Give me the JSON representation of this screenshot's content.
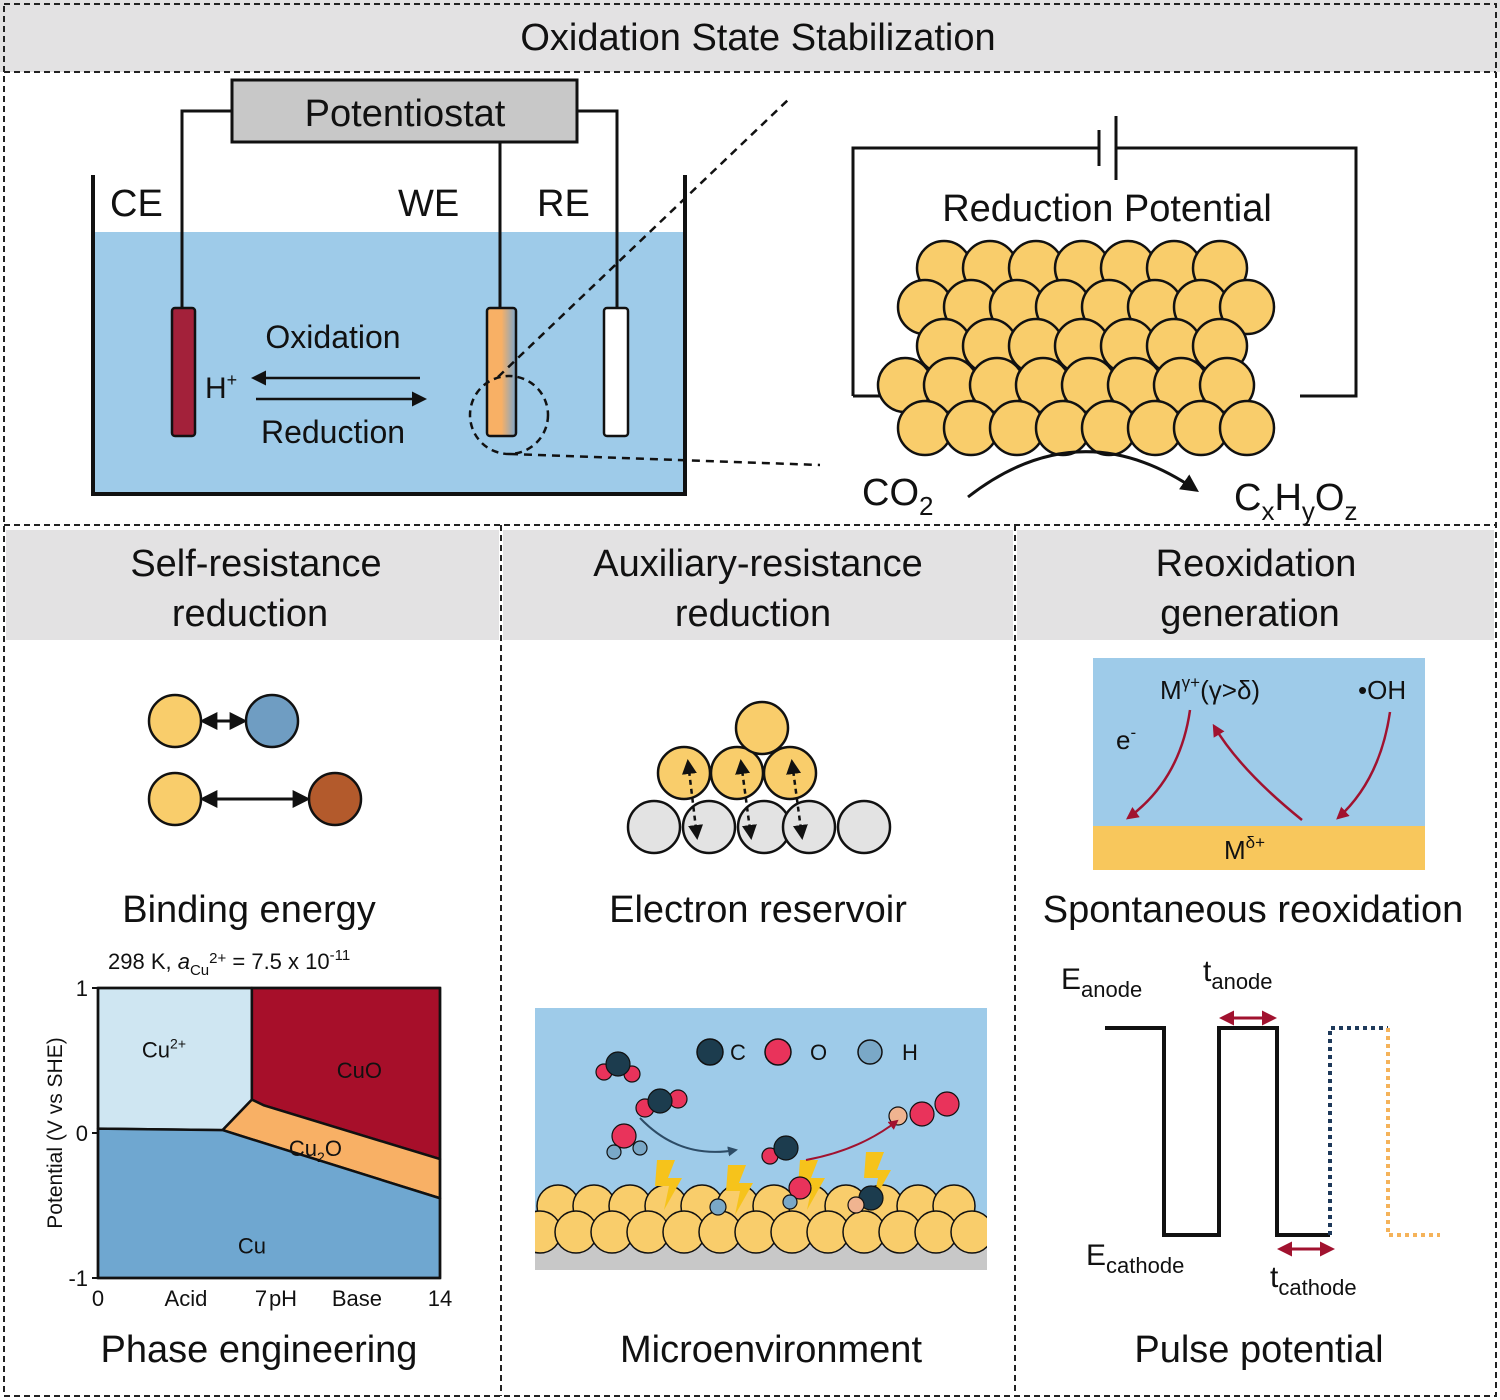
{
  "colors": {
    "header_gray": "#e3e2e3",
    "electrolyte": "#9ecbe9",
    "gold_particle": "#f9cd6b",
    "blue_particle": "#6f9dc2",
    "brown_particle": "#b35a2c",
    "gray_particle": "#e3e3e3",
    "crimson": "#a3213a",
    "dark_red_arrow": "#a1122f",
    "carbon": "#1c3c4e",
    "oxygen": "#e9335b",
    "hydrogen": "#7aa8c7",
    "cu2plus_region": "#cfe6f2",
    "cu_region": "#6fa7d0",
    "cuo_region": "#a70f2a",
    "cu2o_region": "#f8b065",
    "gold_band": "#f8c75c",
    "navy_dotted": "#1f3a5b",
    "orange_dotted": "#f5b35a"
  },
  "top": {
    "title": "Oxidation State Stabilization",
    "potentiostat": "Potentiostat",
    "ce": "CE",
    "we": "WE",
    "re": "RE",
    "oxidation": "Oxidation",
    "reduction": "Reduction",
    "h_base": "H",
    "h_sup": "+",
    "reduction_potential": "Reduction Potential",
    "co2_base": "CO",
    "co2_sub": "2",
    "product": {
      "c": "C",
      "x": "x",
      "h": "H",
      "y": "y",
      "o": "O",
      "z": "z"
    }
  },
  "panels": {
    "self": {
      "header_line1": "Self-resistance",
      "header_line2": "reduction",
      "binding_caption": "Binding energy",
      "phase_caption": "Phase engineering",
      "condition": {
        "prefix": "298 K, ",
        "a": "a",
        "a_sub": "Cu",
        "a_sup": "2+",
        "equals": " = 7.5 x 10",
        "exp": "-11"
      }
    },
    "aux": {
      "header_line1": "Auxiliary-resistance",
      "header_line2": "reduction",
      "reservoir_caption": "Electron reservoir",
      "micro_caption": "Microenvironment",
      "legend": {
        "c": "C",
        "o": "O",
        "h": "H"
      }
    },
    "reox": {
      "header_line1": "Reoxidation",
      "header_line2": "generation",
      "spont_caption": "Spontaneous reoxidation",
      "pulse_caption": "Pulse potential",
      "m_gamma": {
        "m": "M",
        "sup": "γ+",
        "rest": "(γ>δ)"
      },
      "oh": "•OH",
      "e_base": "e",
      "e_sup": "-",
      "m_delta": {
        "m": "M",
        "sup": "δ+"
      },
      "e_anode": {
        "base": "E",
        "sub": "anode"
      },
      "t_anode": {
        "base": "t",
        "sub": "anode"
      },
      "e_cathode": {
        "base": "E",
        "sub": "cathode"
      },
      "t_cathode": {
        "base": "t",
        "sub": "cathode"
      }
    }
  },
  "chart_data": {
    "type": "area",
    "title": "",
    "xlabel": "pH",
    "ylabel": "Potential (V vs SHE)",
    "xlim": [
      0,
      14
    ],
    "ylim": [
      -1,
      1
    ],
    "x_ticks": [
      "0",
      "Acid",
      "7",
      "Base",
      "14"
    ],
    "y_ticks": [
      "1",
      "0",
      "-1"
    ],
    "regions": [
      {
        "name": "Cu2+",
        "label_base": "Cu",
        "label_sup": "2+",
        "polygon": [
          [
            0,
            1
          ],
          [
            6.3,
            1
          ],
          [
            6.3,
            0.23
          ],
          [
            5.1,
            0.02
          ],
          [
            0,
            0.03
          ]
        ]
      },
      {
        "name": "CuO",
        "label": "CuO",
        "polygon": [
          [
            6.3,
            1
          ],
          [
            14,
            1
          ],
          [
            14,
            -0.18
          ],
          [
            6.8,
            0.19
          ],
          [
            6.3,
            0.23
          ]
        ]
      },
      {
        "name": "Cu2O",
        "label_base": "Cu",
        "label_sub": "2",
        "label_rest": "O",
        "polygon": [
          [
            5.1,
            0.02
          ],
          [
            6.3,
            0.23
          ],
          [
            6.8,
            0.19
          ],
          [
            14,
            -0.18
          ],
          [
            14,
            -0.45
          ]
        ]
      },
      {
        "name": "Cu",
        "label": "Cu",
        "polygon": [
          [
            0,
            0.03
          ],
          [
            5.1,
            0.02
          ],
          [
            14,
            -0.45
          ],
          [
            14,
            -1
          ],
          [
            0,
            -1
          ]
        ]
      }
    ]
  }
}
